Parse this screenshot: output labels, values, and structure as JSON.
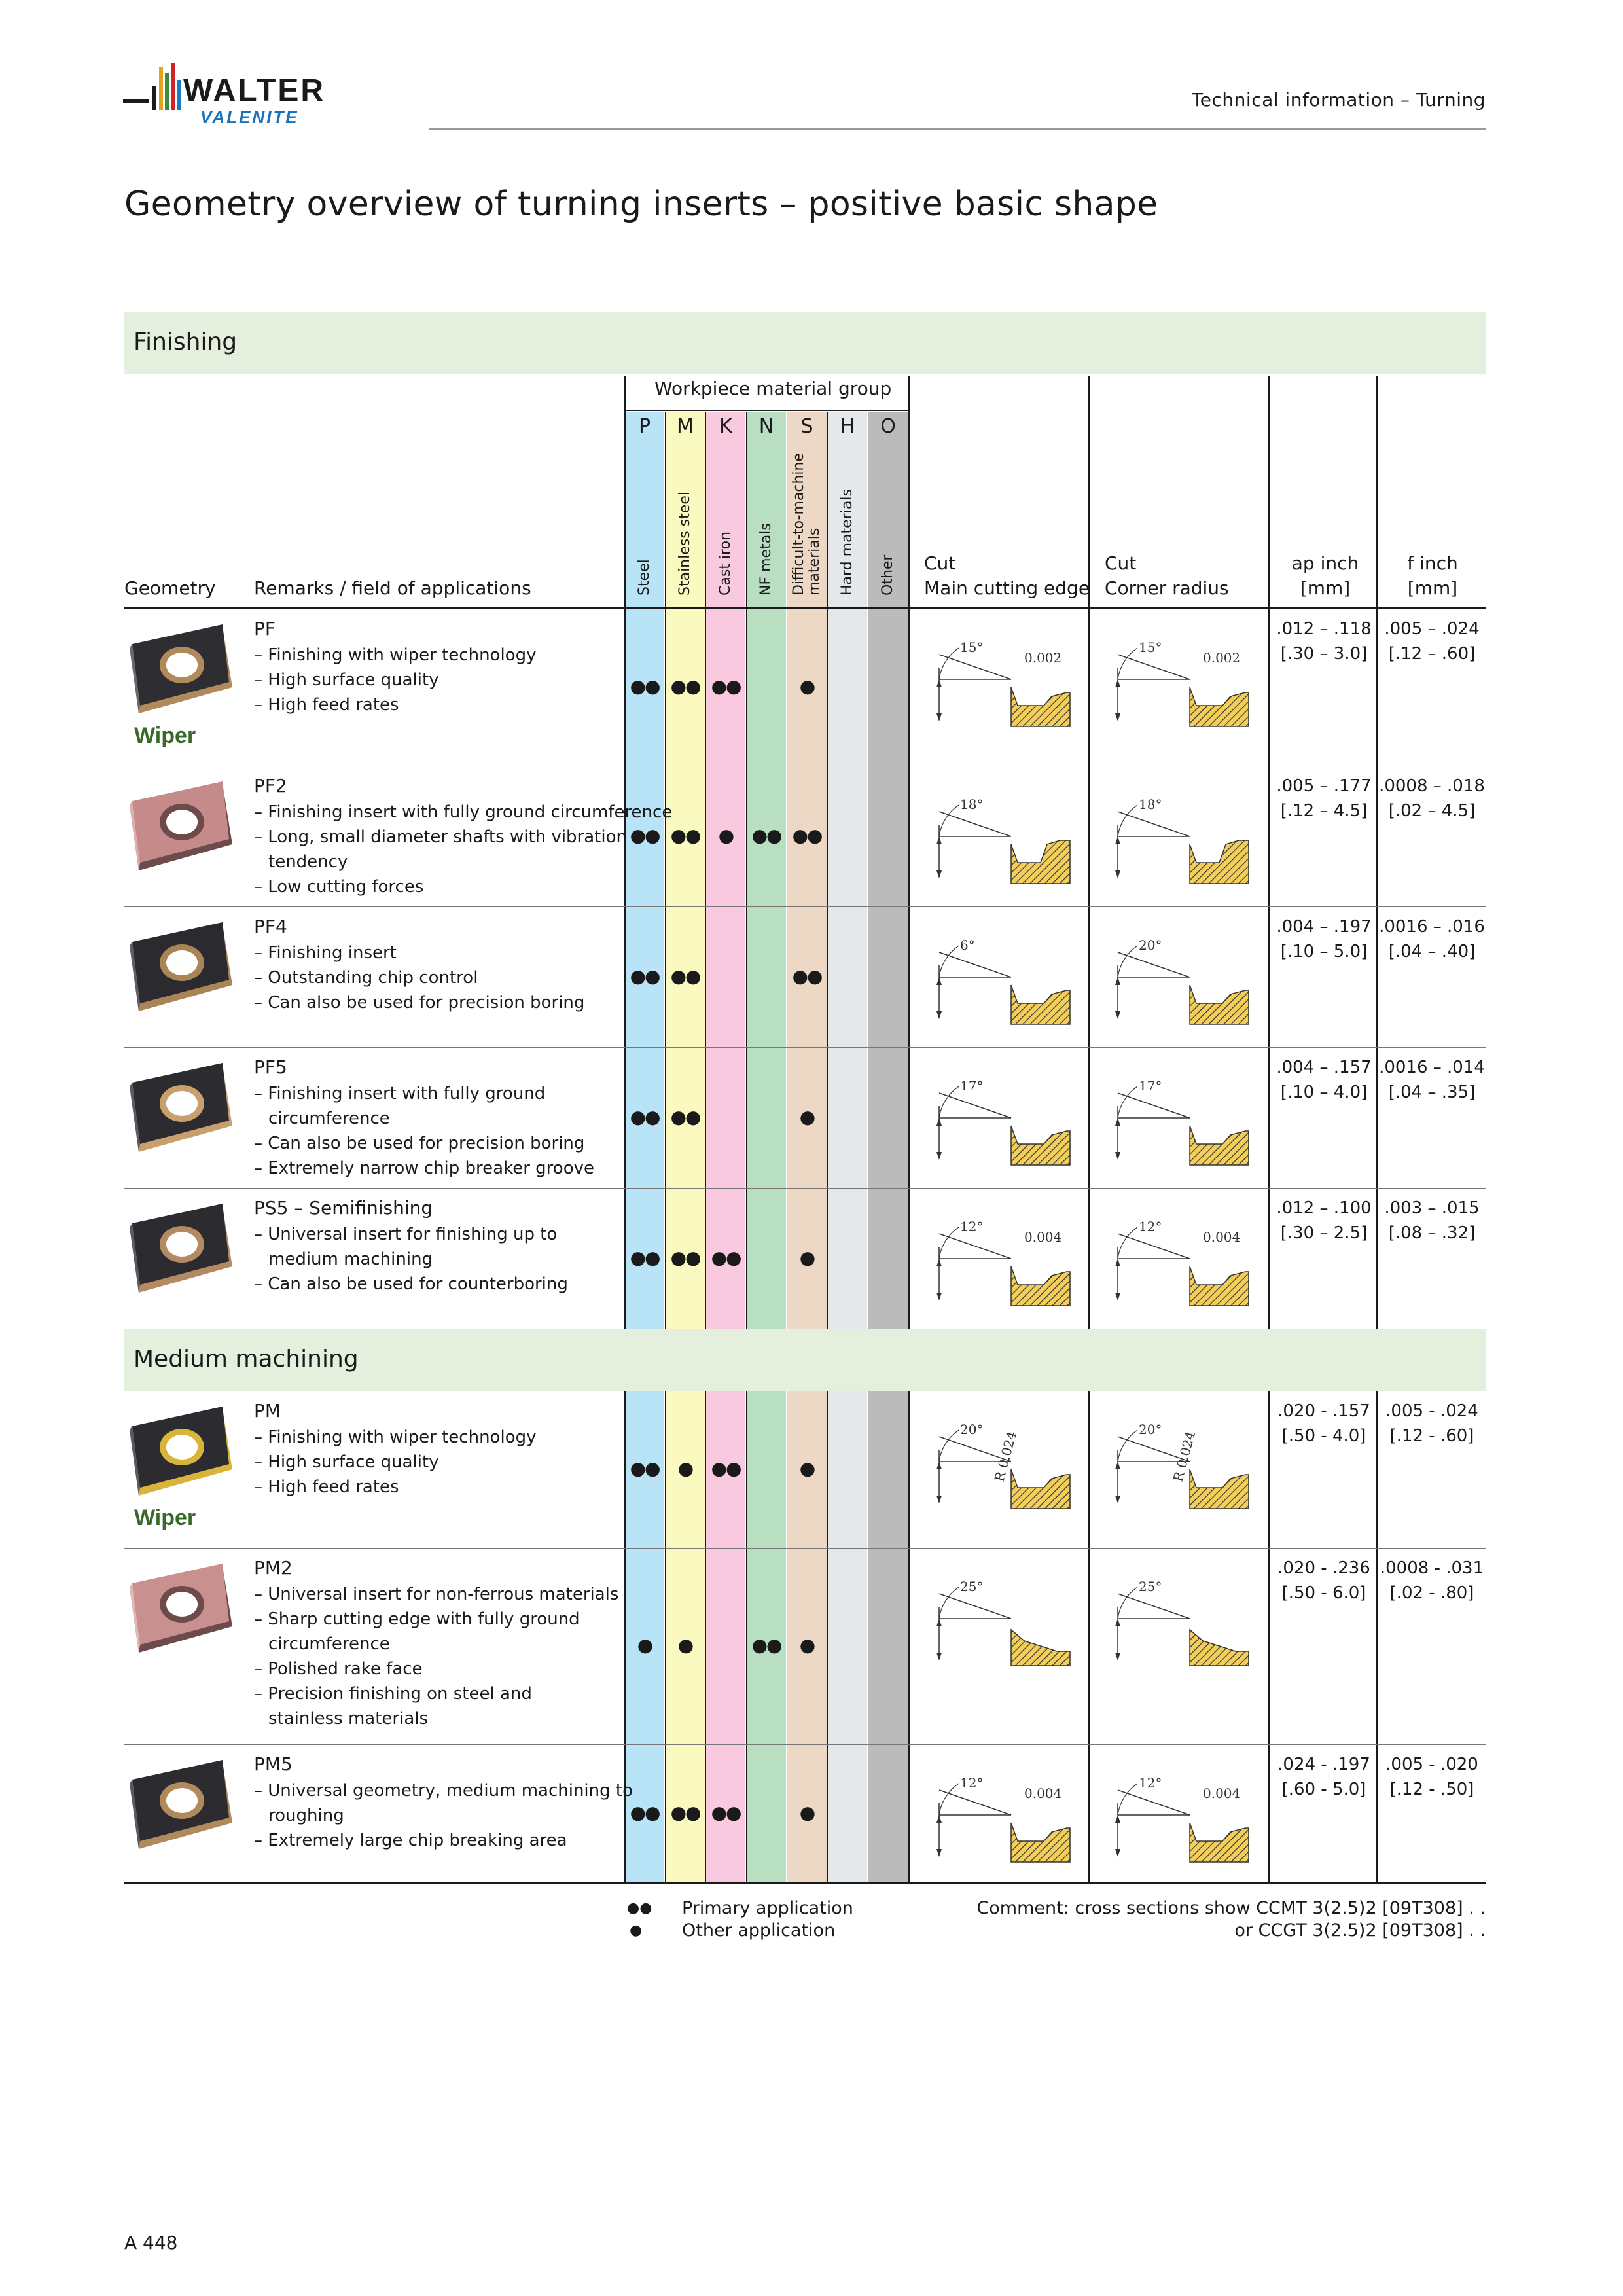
{
  "header": {
    "brand_top": "WALTER",
    "brand_bottom": "VALENITE",
    "section": "Technical information – Turning"
  },
  "title": "Geometry overview of turning inserts – positive basic shape",
  "sections": {
    "finishing": "Finishing",
    "medium": "Medium machining"
  },
  "table_header": {
    "group_title": "Workpiece material group",
    "geometry": "Geometry",
    "remarks": "Remarks / field of applications",
    "letters": [
      "P",
      "M",
      "K",
      "N",
      "S",
      "H",
      "O"
    ],
    "materials": [
      "Steel",
      "Stainless steel",
      "Cast iron",
      "NF metals",
      "Difficult-to-machine",
      "materials",
      "Hard materials",
      "Other"
    ],
    "cut_main_1": "Cut",
    "cut_main_2": "Main cutting edge",
    "cut_corner_1": "Cut",
    "cut_corner_2": "Corner radius",
    "ap_1": "ap inch",
    "ap_2": "[mm]",
    "f_1": "f inch",
    "f_2": "[mm]"
  },
  "colors": {
    "P": "#b9e3f6",
    "M": "#fafac0",
    "K": "#f9c9df",
    "N": "#b8dfc1",
    "S": "#ecd8c4",
    "H": "#e5e8ea",
    "O": "#bbbbbb",
    "band": "#e4efdd"
  },
  "rows": [
    {
      "name": "PF",
      "remarks": [
        "– Finishing with wiper technology",
        "– High surface quality",
        "– High feed rates"
      ],
      "wiper": "Wiper",
      "dots": [
        "●●",
        "●●",
        "●●",
        "",
        "●",
        "",
        ""
      ],
      "ap": [
        ".012 – .118",
        "[.30 – 3.0]"
      ],
      "f": [
        ".005 – .024",
        "[.12 – .60]"
      ],
      "main_angle": "15°",
      "main_land": "0.002",
      "corner_angle": "15°",
      "corner_land": "0.002"
    },
    {
      "name": "PF2",
      "remarks": [
        "– Finishing insert with fully ground circumference",
        "– Long, small diameter shafts with vibration",
        "tendency",
        "– Low cutting forces"
      ],
      "dots": [
        "●●",
        "●●",
        "●",
        "●●",
        "●●",
        "",
        ""
      ],
      "ap": [
        ".005 – .177",
        "[.12 – 4.5]"
      ],
      "f": [
        ".0008 – .018",
        "[.02 – 4.5]"
      ],
      "main_angle": "18°",
      "corner_angle": "18°"
    },
    {
      "name": "PF4",
      "remarks": [
        "– Finishing insert",
        "– Outstanding chip control",
        "– Can also be used for precision boring"
      ],
      "dots": [
        "●●",
        "●●",
        "",
        "",
        "●●",
        "",
        ""
      ],
      "ap": [
        ".004 – .197",
        "[.10 – 5.0]"
      ],
      "f": [
        ".0016 – .016",
        "[.04 – .40]"
      ],
      "main_angle": "6°",
      "corner_angle": "20°"
    },
    {
      "name": "PF5",
      "remarks": [
        "– Finishing insert with fully ground",
        "circumference",
        "– Can also be used for precision boring",
        "– Extremely narrow chip breaker groove"
      ],
      "dots": [
        "●●",
        "●●",
        "",
        "",
        "●",
        "",
        ""
      ],
      "ap": [
        ".004 – .157",
        "[.10 – 4.0]"
      ],
      "f": [
        ".0016 – .014",
        "[.04 – .35]"
      ],
      "main_angle": "17°",
      "corner_angle": "17°"
    },
    {
      "name": "PS5 – Semifinishing",
      "remarks": [
        "– Universal insert for finishing up to",
        "medium machining",
        "– Can also be used for counterboring"
      ],
      "dots": [
        "●●",
        "●●",
        "●●",
        "",
        "●",
        "",
        ""
      ],
      "ap": [
        ".012 – .100",
        "[.30 – 2.5]"
      ],
      "f": [
        ".003 – .015",
        "[.08 – .32]"
      ],
      "main_angle": "12°",
      "main_land": "0.004",
      "corner_angle": "12°",
      "corner_land": "0.004"
    },
    {
      "name": "PM",
      "remarks": [
        "– Finishing with wiper technology",
        "– High surface quality",
        "– High feed rates"
      ],
      "wiper": "Wiper",
      "dots": [
        "●●",
        "●",
        "●●",
        "",
        "●",
        "",
        ""
      ],
      "ap": [
        ".020 - .157",
        "[.50 - 4.0]"
      ],
      "f": [
        ".005 - .024",
        "[.12 - .60]"
      ],
      "main_angle": "20°",
      "main_land": "R 0.024",
      "corner_angle": "20°",
      "corner_land": "R 0.024"
    },
    {
      "name": "PM2",
      "remarks": [
        "– Universal insert for non-ferrous materials",
        "– Sharp cutting edge with fully ground",
        "circumference",
        "– Polished rake face",
        "– Precision finishing on steel and",
        "stainless materials"
      ],
      "dots": [
        "●",
        "●",
        "",
        "●●",
        "●",
        "",
        ""
      ],
      "ap": [
        ".020 - .236",
        "[.50 - 6.0]"
      ],
      "f": [
        ".0008 - .031",
        "[.02 - .80]"
      ],
      "main_angle": "25°",
      "corner_angle": "25°"
    },
    {
      "name": "PM5",
      "remarks": [
        "– Universal geometry, medium machining to",
        "roughing",
        "– Extremely large chip breaking area"
      ],
      "dots": [
        "●●",
        "●●",
        "●●",
        "",
        "●",
        "",
        ""
      ],
      "ap": [
        ".024 - .197",
        "[.60 - 5.0]"
      ],
      "f": [
        ".005 - .020",
        "[.12 - .50]"
      ],
      "main_angle": "12°",
      "main_land": "0.004",
      "corner_angle": "12°",
      "corner_land": "0.004"
    }
  ],
  "legend": {
    "primary_symbol": "●●",
    "primary": "Primary application",
    "other_symbol": "●",
    "other": "Other application"
  },
  "comment": [
    "Comment: cross sections show CCMT 3(2.5)2 [09T308] . .",
    "or CCGT 3(2.5)2 [09T308] . ."
  ],
  "page_number": "A 448"
}
